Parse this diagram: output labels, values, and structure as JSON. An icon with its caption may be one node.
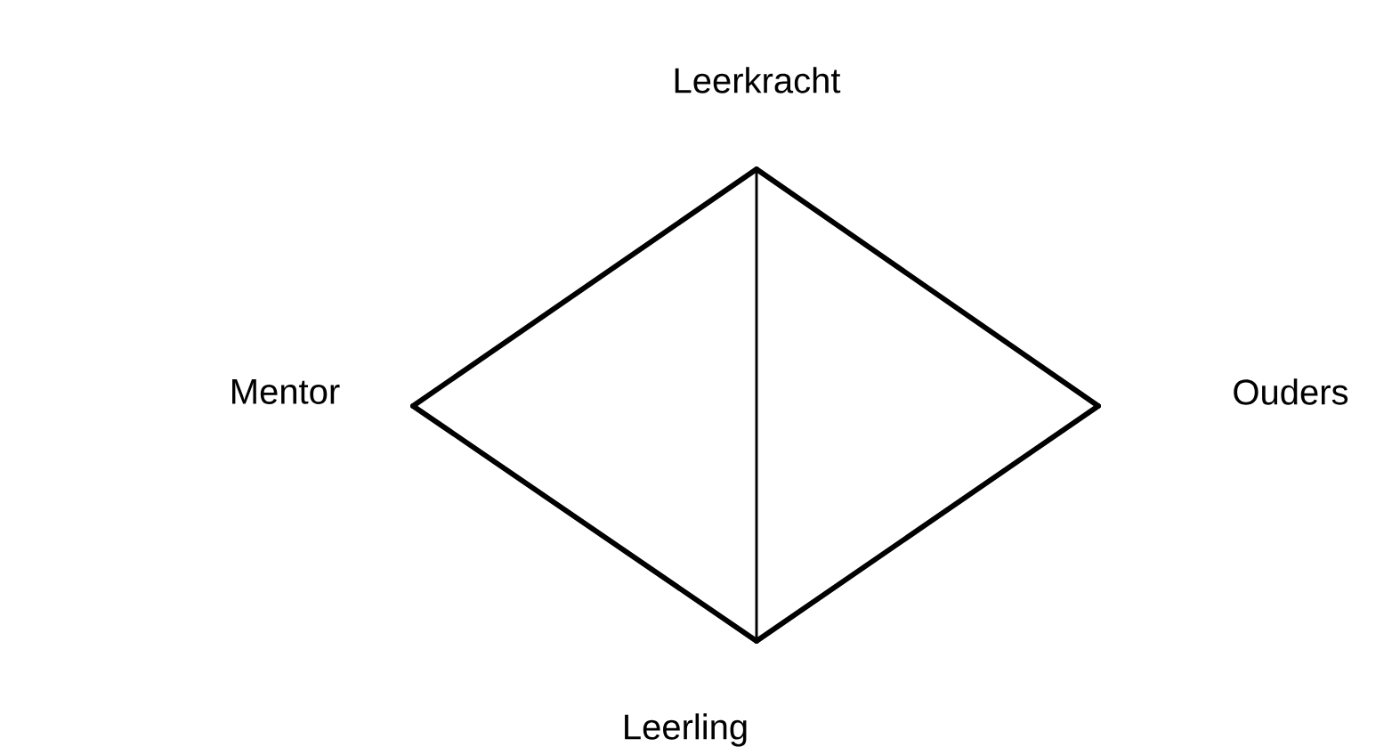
{
  "diagram": {
    "nodes": [
      {
        "text": [
          "Leerkracht"
        ]
      },
      {
        "text": [
          "Mentor"
        ]
      },
      {
        "text": [
          "Ouders"
        ]
      },
      {
        "text": [
          "Leerling"
        ]
      }
    ],
    "edges": [
      {
        "from": 0,
        "to": 1,
        "arrow": "none"
      },
      {
        "from": 1,
        "to": 3,
        "arrow": "none"
      },
      {
        "from": 3,
        "to": 2,
        "arrow": "none"
      },
      {
        "from": 2,
        "to": 0,
        "arrow": "none"
      },
      {
        "from": 0,
        "to": 3,
        "arrow": "none"
      }
    ]
  }
}
